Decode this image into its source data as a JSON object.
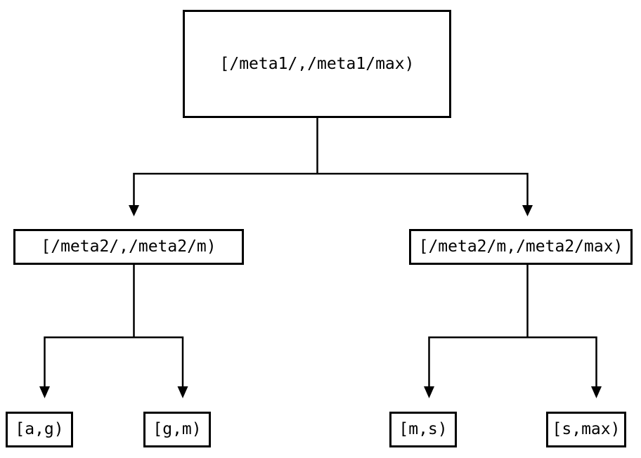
{
  "diagram": {
    "type": "tree",
    "colors": {
      "background": "#ffffff",
      "line": "#000000",
      "text": "#000000"
    },
    "nodes": {
      "root": {
        "label": "[/meta1/,/meta1/max)"
      },
      "left_child": {
        "label": "[/meta2/,/meta2/m)"
      },
      "right_child": {
        "label": "[/meta2/m,/meta2/max)"
      },
      "leaf_a_g": {
        "label": "[a,g)"
      },
      "leaf_g_m": {
        "label": "[g,m)"
      },
      "leaf_m_s": {
        "label": "[m,s)"
      },
      "leaf_s_max": {
        "label": "[s,max)"
      }
    },
    "edges": [
      {
        "from": "root",
        "to": "left_child"
      },
      {
        "from": "root",
        "to": "right_child"
      },
      {
        "from": "left_child",
        "to": "leaf_a_g"
      },
      {
        "from": "left_child",
        "to": "leaf_g_m"
      },
      {
        "from": "right_child",
        "to": "leaf_m_s"
      },
      {
        "from": "right_child",
        "to": "leaf_s_max"
      }
    ]
  }
}
